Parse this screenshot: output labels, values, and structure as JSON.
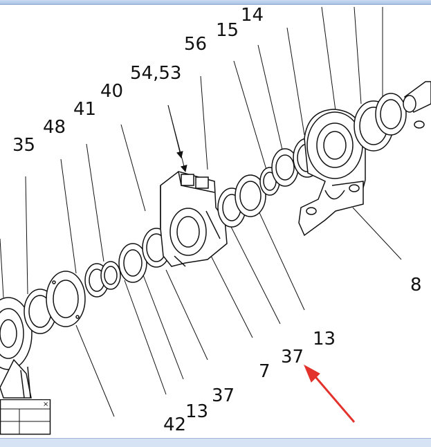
{
  "window": {
    "accent": "#a9c3e6",
    "arrow_color": "#e3322b"
  },
  "part_numbers": {
    "p14": "14",
    "p15": "15",
    "p56": "56",
    "p54_53": "54,53",
    "p40": "40",
    "p41": "41",
    "p48": "48",
    "p35": "35",
    "p8": "8",
    "p13a": "13",
    "p37a": "37",
    "p7": "7",
    "p37b": "37",
    "p13b": "13",
    "p42": "42"
  },
  "title_block": {
    "close_glyph": "×"
  }
}
